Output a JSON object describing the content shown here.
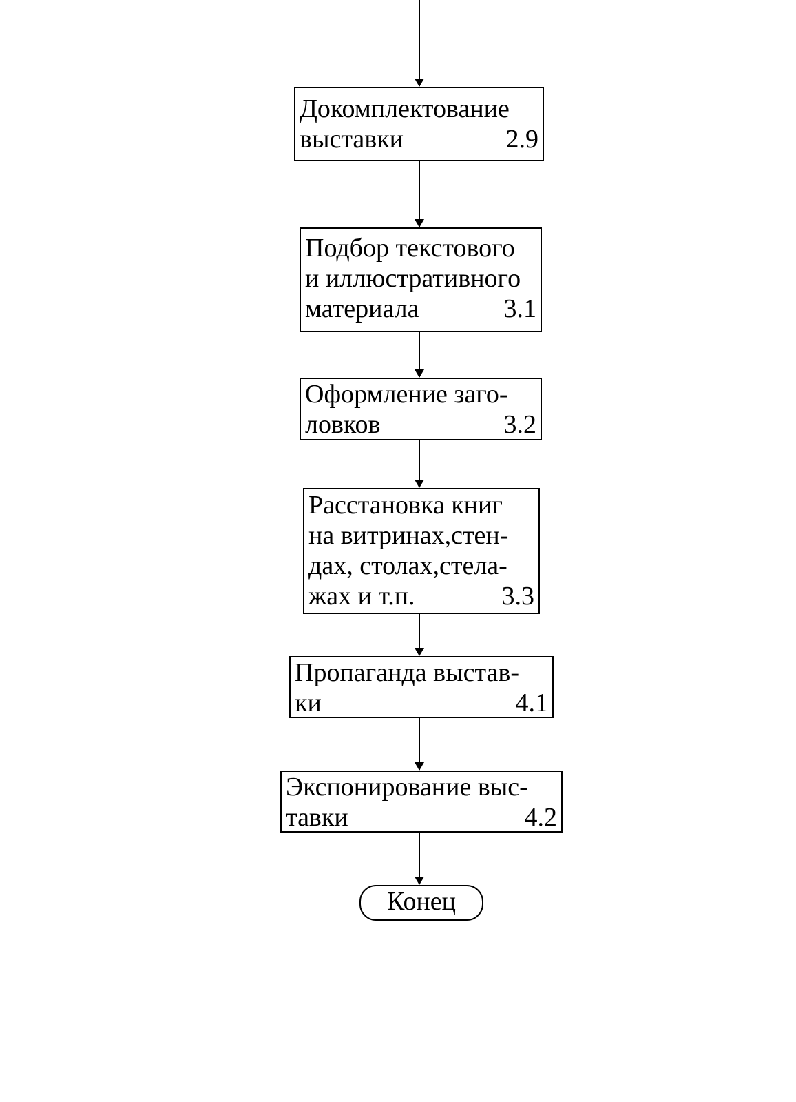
{
  "flowchart": {
    "steps": [
      {
        "lines": [
          "Докомплектование",
          "выставки"
        ],
        "code": "2.9"
      },
      {
        "lines": [
          "Подбор текстового",
          "и иллюстративного",
          "материала"
        ],
        "code": "3.1"
      },
      {
        "lines": [
          "Оформление заго-",
          "ловков"
        ],
        "code": "3.2"
      },
      {
        "lines": [
          "Расстановка книг",
          "на витринах,стен-",
          "дах, столах,стела-",
          "жах и т.п."
        ],
        "code": "3.3"
      },
      {
        "lines": [
          "Пропаганда выстав-",
          "ки"
        ],
        "code": "4.1"
      },
      {
        "lines": [
          "Экспонирование выс-",
          "тавки"
        ],
        "code": "4.2"
      }
    ],
    "end_label": "Конец"
  }
}
